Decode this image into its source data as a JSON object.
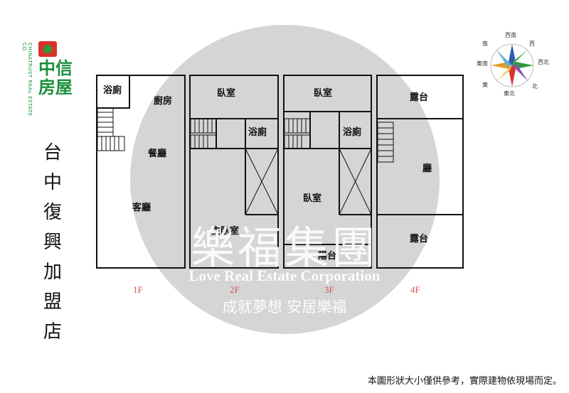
{
  "logo": {
    "name": "中信房屋",
    "side_text": "CHINATRUST REAL ESTATE CO."
  },
  "store_name": "台中復興加盟店",
  "compass": {
    "north": "北",
    "south": "南",
    "east": "東",
    "west": "西",
    "northeast": "東北",
    "northwest": "西北",
    "southeast": "東南",
    "southwest": "西南"
  },
  "watermark": {
    "main": "樂福集團",
    "english": "Love Real Estate Corporation",
    "slogan": "成就夢想 安居樂福"
  },
  "floors": [
    {
      "label": "1F",
      "rooms": [
        "浴廁",
        "廚房",
        "餐廳",
        "客廳"
      ]
    },
    {
      "label": "2F",
      "rooms": [
        "臥室",
        "浴廁",
        "主臥室"
      ]
    },
    {
      "label": "3F",
      "rooms": [
        "臥室",
        "浴廁",
        "臥室",
        "陽台"
      ]
    },
    {
      "label": "4F",
      "rooms": [
        "露台",
        "廳",
        "露台"
      ]
    }
  ],
  "disclaimer": "本圖形狀大小僅供參考，實際建物依現場而定。",
  "colors": {
    "logo_green": "#1a8f3a",
    "logo_red": "#d9322b",
    "floor_label": "#d9534f",
    "watermark": "#d0d0d0"
  }
}
